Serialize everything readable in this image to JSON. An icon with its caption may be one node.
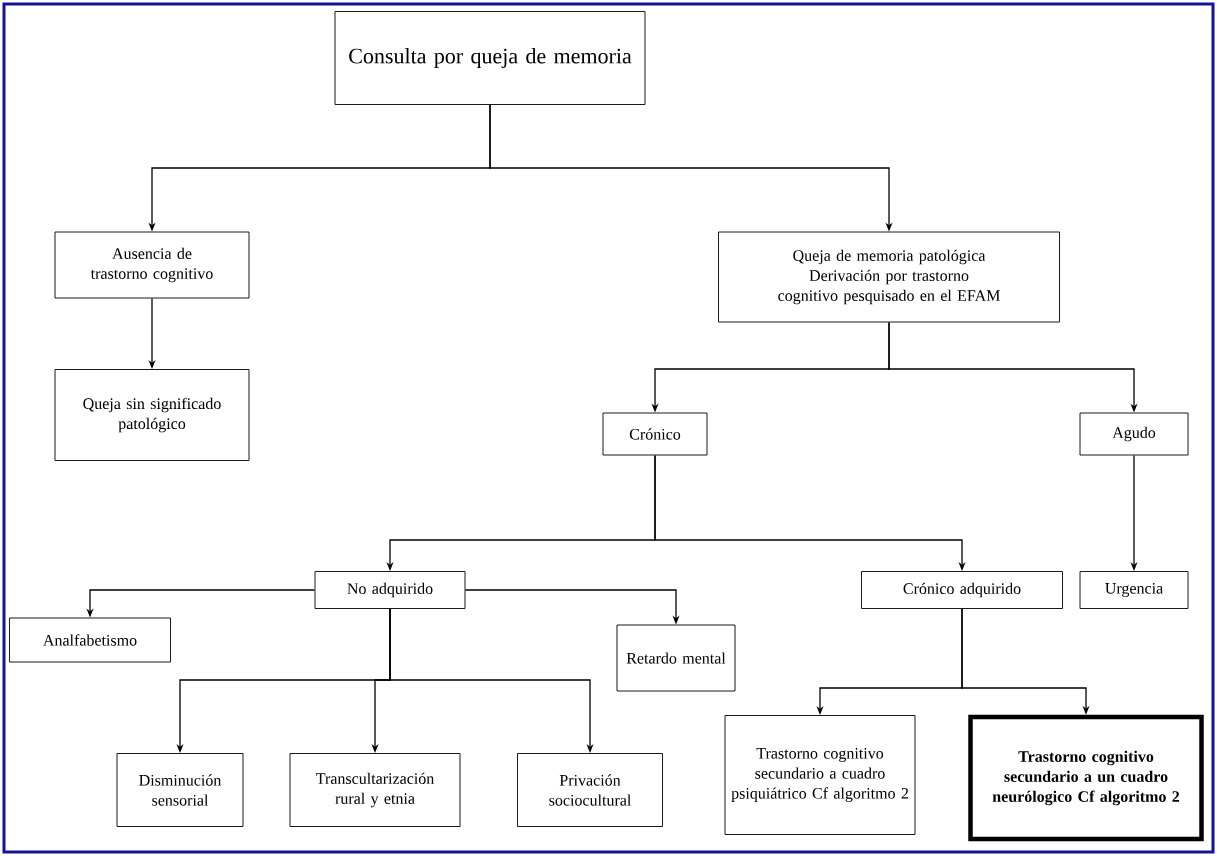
{
  "diagram": {
    "nodes": [
      {
        "text": [
          "Consulta por queja de memoria"
        ]
      },
      {
        "text": [
          "Ausencia de trastorno cognitivo"
        ]
      },
      {
        "text": [
          "Queja de memoria patológica",
          "Derivación por trastorno cognitivo pesquisado en el EFAM"
        ]
      },
      {
        "text": [
          "Queja sin significado patológico"
        ]
      },
      {
        "text": [
          "Crónico"
        ]
      },
      {
        "text": [
          "Agudo"
        ]
      },
      {
        "text": [
          "No adquirido"
        ]
      },
      {
        "text": [
          "Crónico adquirido"
        ]
      },
      {
        "text": [
          "Urgencia"
        ]
      },
      {
        "text": [
          "Analfabetismo"
        ]
      },
      {
        "text": [
          "Retardo mental"
        ]
      },
      {
        "text": [
          "Disminución sensorial"
        ]
      },
      {
        "text": [
          "Transcultarización rural y etnia"
        ]
      },
      {
        "text": [
          "Privación sociocultural"
        ]
      },
      {
        "text": [
          "Trastorno cognitivo secundario a cuadro psiquiátrico Cf algoritmo 2"
        ]
      },
      {
        "text": [
          "Trastorno cognitivo secundario a un cuadro neurólogico Cf algoritmo 2"
        ]
      }
    ],
    "edges": [
      {
        "from": 0,
        "to": 1,
        "arrow": "to"
      },
      {
        "from": 0,
        "to": 2,
        "arrow": "to"
      },
      {
        "from": 1,
        "to": 3,
        "arrow": "to"
      },
      {
        "from": 2,
        "to": 4,
        "arrow": "to"
      },
      {
        "from": 2,
        "to": 5,
        "arrow": "to"
      },
      {
        "from": 4,
        "to": 6,
        "arrow": "to"
      },
      {
        "from": 4,
        "to": 7,
        "arrow": "to"
      },
      {
        "from": 5,
        "to": 8,
        "arrow": "to"
      },
      {
        "from": 6,
        "to": 9,
        "arrow": "to"
      },
      {
        "from": 6,
        "to": 10,
        "arrow": "to"
      },
      {
        "from": 6,
        "to": 11,
        "arrow": "to"
      },
      {
        "from": 6,
        "to": 12,
        "arrow": "to"
      },
      {
        "from": 6,
        "to": 13,
        "arrow": "to"
      },
      {
        "from": 7,
        "to": 14,
        "arrow": "to"
      },
      {
        "from": 7,
        "to": 15,
        "arrow": "to"
      }
    ]
  }
}
